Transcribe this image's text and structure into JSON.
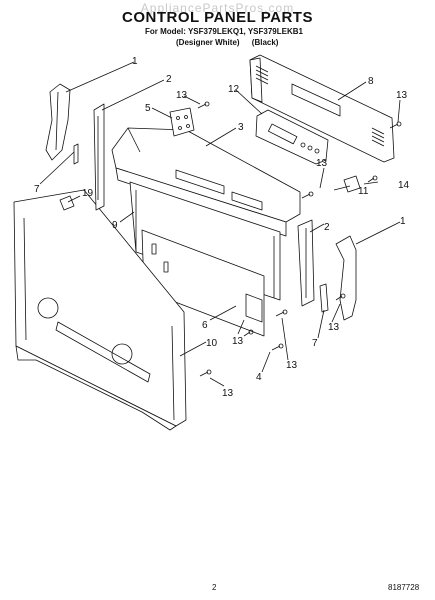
{
  "watermark": "AppliancePartsPros.com",
  "title": "CONTROL PANEL PARTS",
  "subtitle": "For Model: YSF379LEKQ1, YSF379LEKB1",
  "variants": [
    "(Designer White)",
    "(Black)"
  ],
  "callouts": [
    "1",
    "2",
    "13",
    "5",
    "12",
    "3",
    "8",
    "13",
    "7",
    "19",
    "13",
    "11",
    "14",
    "9",
    "2",
    "1",
    "6",
    "13",
    "7",
    "13",
    "10",
    "4",
    "13",
    "13"
  ],
  "page_number": "2",
  "document_number": "8187728"
}
